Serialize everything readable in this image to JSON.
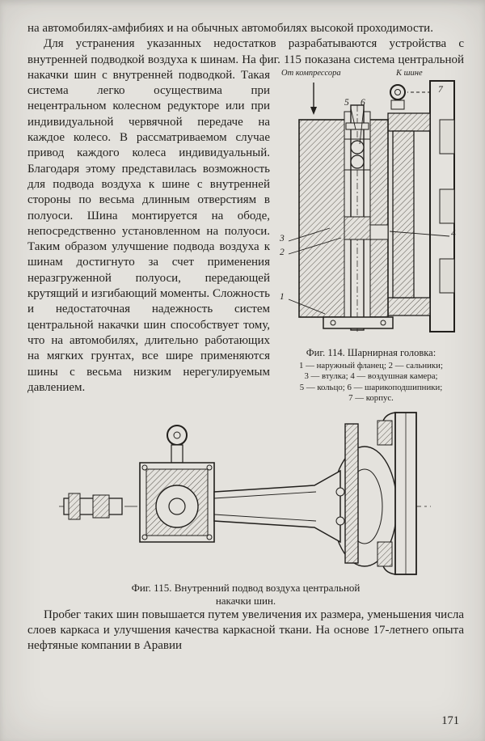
{
  "colors": {
    "paper": "#e4e2dd",
    "ink": "#211f1c"
  },
  "page_number": "171",
  "text": {
    "p1": "на автомобилях-амфибиях и на обычных автомобилях высокой проходимости.",
    "p2a": "Для устранения указанных недостатков разрабатываются устройства с внутренней подводкой воздуха к шинам. На фиг. 115 показана",
    "p2b": "система центральной накачки шин с внутренней подводкой. Такая система легко осуществима при нецентральном колесном редукторе или при индивидуальной червячной передаче на каждое колесо. В рассматриваемом случае привод каждого колеса индивидуальный. Благодаря этому представилась возможность для подвода воздуха к шине с внутренней стороны по весьма длинным отверстиям в полуоси. Шина монтируется на ободе, непосредственно установленном на полуоси. Таким образом улучшение подвода воздуха к шинам достигнуто за счет применения неразгруженной полуоси, передающей крутящий и изгибающий моменты. Сложность и недостаточная надежность систем центральной накачки шин способствует тому, что на автомобилях, длительно работающих на мягких грунтах, все шире применяются шины с весьма низким нерегулируемым давлением.",
    "p3": "Пробег таких шин повышается путем увеличения их размера, уменьшения числа слоев каркаса и улучшения качества каркасной ткани. На основе 17-летнего опыта нефтяные компании в Аравии"
  },
  "fig114": {
    "label_from_compressor": "От компрессора",
    "label_to_tire": "К шине",
    "callouts": [
      "1",
      "2",
      "3",
      "4",
      "5",
      "6",
      "7"
    ],
    "caption": "Фиг. 114. Шарнирная головка:",
    "legend": [
      "1 — наружный фланец; 2 — сальники;",
      "3 — втулка; 4 — воздушная камера;",
      "5 — кольцо; 6 — шарикоподшипники;",
      "7 — корпус."
    ]
  },
  "fig115": {
    "caption_line1": "Фиг. 115. Внутренний подвод воздуха центральной",
    "caption_line2": "накачки шин."
  }
}
